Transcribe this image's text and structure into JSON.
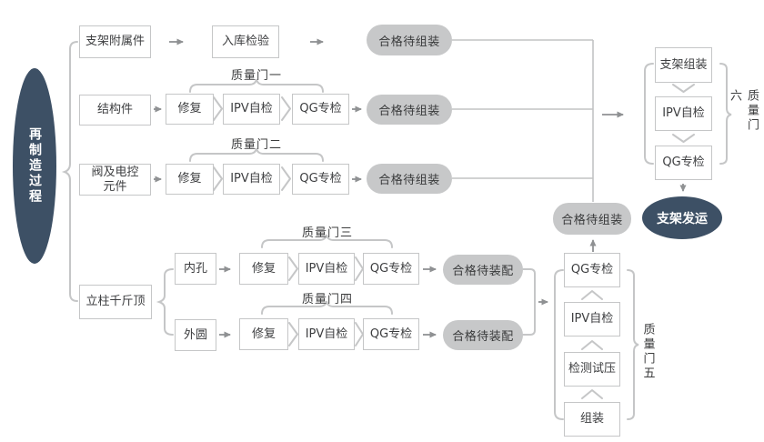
{
  "colors": {
    "navy": "#3d5065",
    "pill_gray": "#c7c8c9",
    "box_border": "#c5c6c7",
    "line_gray": "#c2c3c4",
    "arrow_gray": "#8f9193",
    "text_dark": "#3d3e40",
    "text_white": "#ffffff"
  },
  "process": {
    "label": "再制造过程"
  },
  "row1": {
    "source": "支架附属件",
    "inspect": "入库检验",
    "result": "合格待组装"
  },
  "row2": {
    "gate": "质量门一",
    "source": "结构件",
    "repair": "修复",
    "self_check": "IPV自检",
    "special_check": "QG专检",
    "result": "合格待组装"
  },
  "row3": {
    "gate": "质量门二",
    "source": "阀及电控元件",
    "repair": "修复",
    "self_check": "IPV自检",
    "special_check": "QG专检",
    "result": "合格待组装"
  },
  "pillar": {
    "source": "立柱千斤顶"
  },
  "row4": {
    "gate": "质量门三",
    "source": "内孔",
    "repair": "修复",
    "self_check": "IPV自检",
    "special_check": "QG专检",
    "result": "合格待装配"
  },
  "row5": {
    "gate": "质量门四",
    "source": "外圆",
    "repair": "修复",
    "self_check": "IPV自检",
    "special_check": "QG专检",
    "result": "合格待装配"
  },
  "assembly_column": {
    "gate": "质量门五",
    "qg": "QG专检",
    "ipv": "IPV自检",
    "test": "检测试压",
    "assemble": "组装",
    "result": "合格待组装"
  },
  "final_column": {
    "gate": "质量门六",
    "assemble": "支架组装",
    "ipv": "IPV自检",
    "qg": "QG专检",
    "ship": "支架发运"
  }
}
